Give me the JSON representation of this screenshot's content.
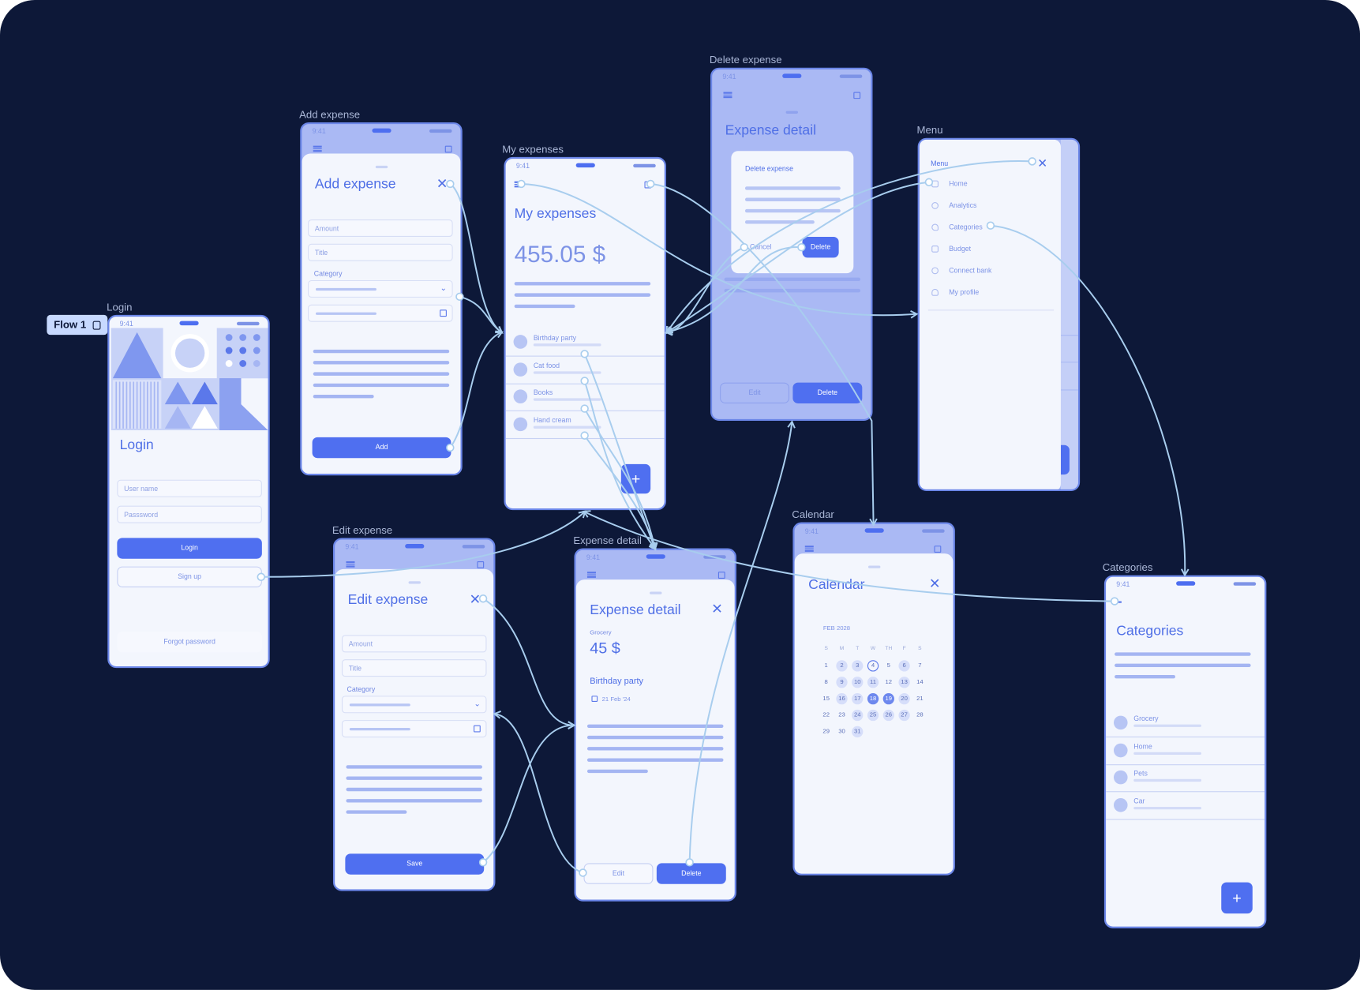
{
  "flow": {
    "label": "Flow 1"
  },
  "status_time": "9:41",
  "screens": {
    "login": {
      "frame_label": "Login",
      "title": "Login",
      "username_placeholder": "User name",
      "password_placeholder": "Passsword",
      "login_label": "Login",
      "signup_label": "Sign up",
      "forgot_label": "Forgot password"
    },
    "add_expense": {
      "frame_label": "Add expense",
      "title": "Add expense",
      "amount_placeholder": "Amount",
      "title_placeholder": "Title",
      "category_label": "Category",
      "add_label": "Add"
    },
    "my_expenses": {
      "frame_label": "My expenses",
      "title": "My expenses",
      "total": "455.05 $",
      "items": [
        {
          "name": "Birthday party"
        },
        {
          "name": "Cat food"
        },
        {
          "name": "Books"
        },
        {
          "name": "Hand cream"
        }
      ]
    },
    "delete_expense": {
      "frame_label": "Delete expense",
      "title": "Expense detail",
      "dialog_title": "Delete expense",
      "cancel_label": "Cancel",
      "delete_label": "Delete",
      "edit_label": "Edit",
      "delete_bottom_label": "Delete"
    },
    "menu": {
      "frame_label": "Menu",
      "title": "Menu",
      "items": [
        {
          "label": "Home"
        },
        {
          "label": "Analytics"
        },
        {
          "label": "Categories"
        },
        {
          "label": "Budget"
        },
        {
          "label": "Connect bank"
        },
        {
          "label": "My profile"
        }
      ]
    },
    "edit_expense": {
      "frame_label": "Edit expense",
      "title": "Edit expense",
      "amount_placeholder": "Amount",
      "title_placeholder": "Title",
      "category_label": "Category",
      "save_label": "Save"
    },
    "expense_detail": {
      "frame_label": "Expense detail",
      "title": "Expense detail",
      "category": "Grocery",
      "amount": "45 $",
      "name": "Birthday party",
      "date": "21 Feb '24",
      "edit_label": "Edit",
      "delete_label": "Delete"
    },
    "calendar": {
      "frame_label": "Calendar",
      "title": "Calendar",
      "month": "FEB 2028",
      "weekdays": [
        "S",
        "M",
        "T",
        "W",
        "TH",
        "F",
        "S"
      ],
      "days": [
        "1",
        "2",
        "3",
        "4",
        "5",
        "6",
        "7",
        "8",
        "9",
        "10",
        "11",
        "12",
        "13",
        "14",
        "15",
        "16",
        "17",
        "18",
        "19",
        "20",
        "21",
        "22",
        "23",
        "24",
        "25",
        "26",
        "27",
        "28",
        "29",
        "30",
        "31"
      ]
    },
    "categories": {
      "frame_label": "Categories",
      "title": "Categories",
      "items": [
        {
          "name": "Grocery"
        },
        {
          "name": "Home"
        },
        {
          "name": "Pets"
        },
        {
          "name": "Car"
        }
      ],
      "fab_label": "+"
    }
  }
}
